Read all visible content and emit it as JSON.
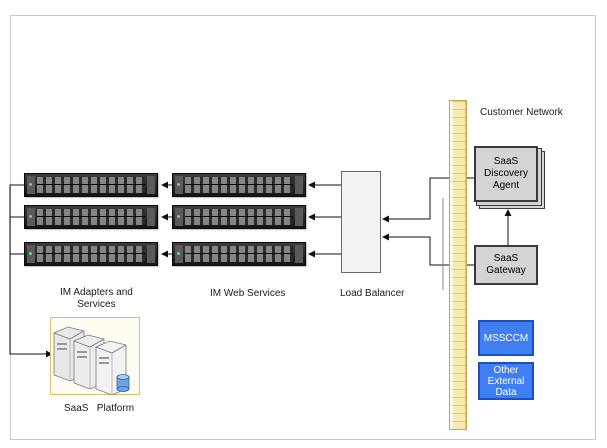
{
  "diagram": {
    "labels": {
      "customer_network": "Customer Network",
      "im_adapters": "IM Adapters and\nServices",
      "im_web_services": "IM Web Services",
      "load_balancer": "Load Balancer",
      "saas_platform": "SaaS   Platform"
    },
    "boxes": {
      "discovery_agent": "SaaS\nDiscovery\nAgent",
      "gateway": "SaaS\nGateway",
      "msscm": "MSSCCM",
      "other_data": "Other\nExternal\nData"
    },
    "colors": {
      "external_box": "#3f7ff2",
      "agent_box": "#d4d4d4",
      "firewall": "#f6eab0"
    }
  }
}
